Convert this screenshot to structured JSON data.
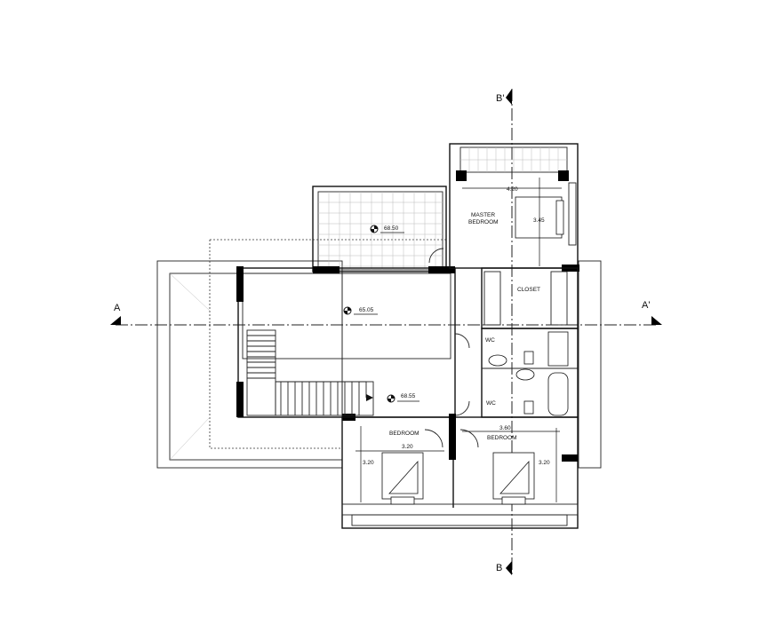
{
  "section_marks": {
    "a_left": "A",
    "a_right": "A'",
    "b_top": "B'",
    "b_bottom": "B"
  },
  "rooms": {
    "master_bedroom_line1": "MASTER",
    "master_bedroom_line2": "BEDROOM",
    "closet": "CLOSET",
    "wc_upper": "WC",
    "wc_lower": "WC",
    "bedroom_left": "BEDROOM",
    "bedroom_right": "BEDROOM"
  },
  "levels": {
    "terrace": "68.50",
    "void": "65.05",
    "landing": "68.55"
  },
  "dimensions": {
    "master_width": "4.20",
    "master_depth": "3.45",
    "bedroom_left_width": "3.20",
    "bedroom_left_depth": "3.20",
    "bedroom_right_width": "3.60",
    "bedroom_right_depth": "3.20"
  }
}
